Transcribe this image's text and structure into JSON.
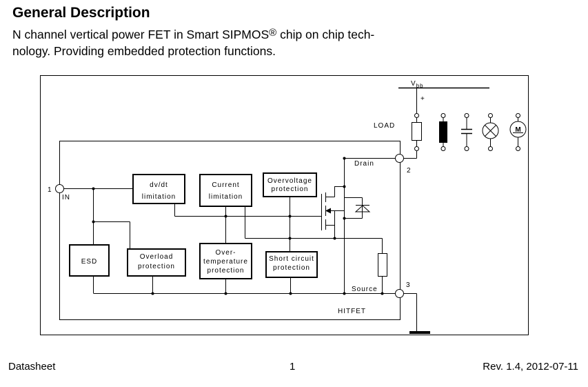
{
  "section": {
    "heading": "General Description",
    "desc_part1": "N channel vertical power FET in Smart SIPMOS",
    "desc_reg": "®",
    "desc_part2": " chip on chip tech-",
    "desc_line2": "nology. Providing embedded protection functions."
  },
  "diagram": {
    "vbb": "V",
    "vbb_sub": "bb",
    "plus": "+",
    "load": "LOAD",
    "drain": "Drain",
    "pin2": "2",
    "pin1": "1",
    "in": "IN",
    "pin3": "3",
    "source": "Source",
    "hitfet": "HITFET",
    "dvdt_1": "dv/dt",
    "dvdt_2": "limitation",
    "current_1": "Current",
    "current_2": "limitation",
    "overvolt_1": "Overvoltage",
    "overvolt_2": "protection",
    "esd": "ESD",
    "overload_1": "Overload",
    "overload_2": "protection",
    "overtemp_1": "Over-",
    "overtemp_2": "temperature",
    "overtemp_3": "protection",
    "short_1": "Short circuit",
    "short_2": "protection",
    "motor": "M"
  },
  "footer": {
    "left": "Datasheet",
    "page": "1",
    "right": "Rev. 1.4, 2012-07-11"
  }
}
